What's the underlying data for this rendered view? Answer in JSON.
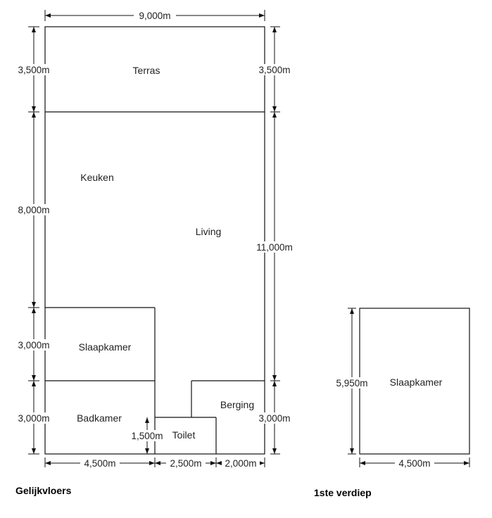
{
  "floors": {
    "ground": {
      "caption": "Gelijkvloers",
      "rooms": {
        "terras": "Terras",
        "keuken": "Keuken",
        "living": "Living",
        "slaapkamer": "Slaapkamer",
        "badkamer": "Badkamer",
        "toilet": "Toilet",
        "berging": "Berging"
      },
      "dimensions": {
        "total_width": "9,000m",
        "terras_left": "3,500m",
        "terras_right": "3,500m",
        "keuken_height": "8,000m",
        "right_middle": "11,000m",
        "slaapkamer_height": "3,000m",
        "badkamer_height": "3,000m",
        "berging_height": "3,000m",
        "toilet_height": "1,500m",
        "badkamer_width": "4,500m",
        "toilet_width": "2,500m",
        "berging_width": "2,000m"
      }
    },
    "first": {
      "caption": "1ste verdiep",
      "rooms": {
        "slaapkamer": "Slaapkamer"
      },
      "dimensions": {
        "height": "5,950m",
        "width": "4,500m"
      }
    }
  }
}
